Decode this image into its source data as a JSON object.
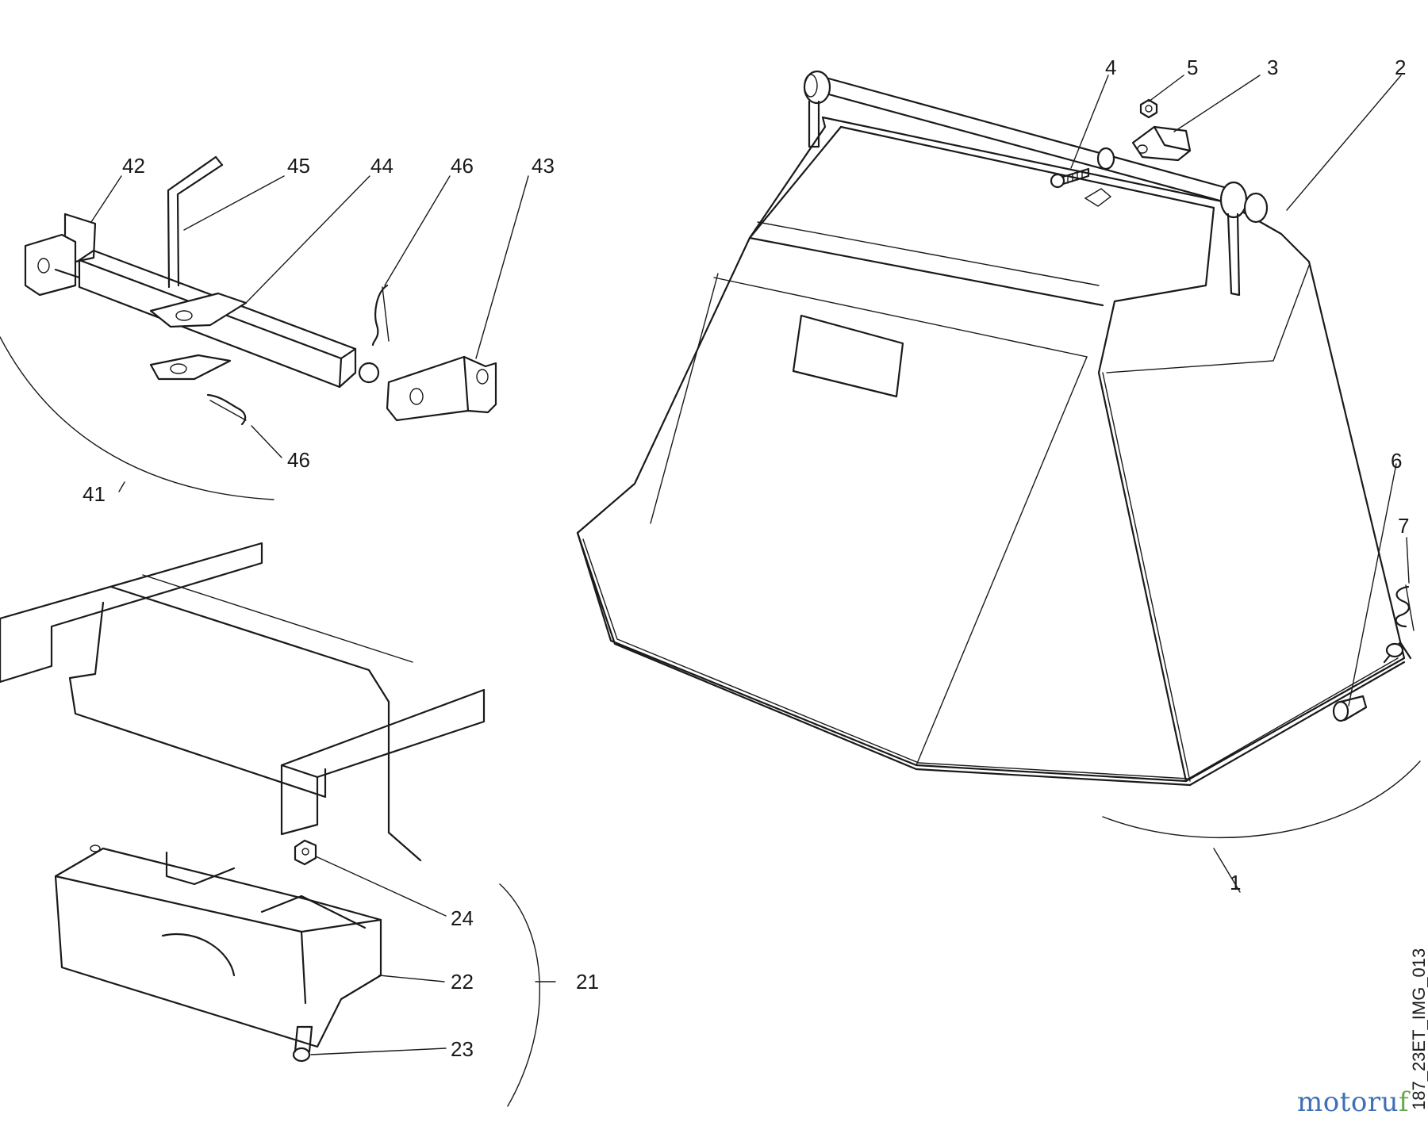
{
  "labels": {
    "1": "1",
    "2": "2",
    "3": "3",
    "4": "4",
    "5": "5",
    "6": "6",
    "7": "7",
    "21": "21",
    "22": "22",
    "23": "23",
    "24": "24",
    "41": "41",
    "42": "42",
    "43": "43",
    "44": "44",
    "45": "45",
    "46a": "46",
    "46b": "46"
  },
  "drawing_code": "187_23ET_IMG_013",
  "watermark": {
    "part1": "motoru",
    "part2": "f"
  }
}
